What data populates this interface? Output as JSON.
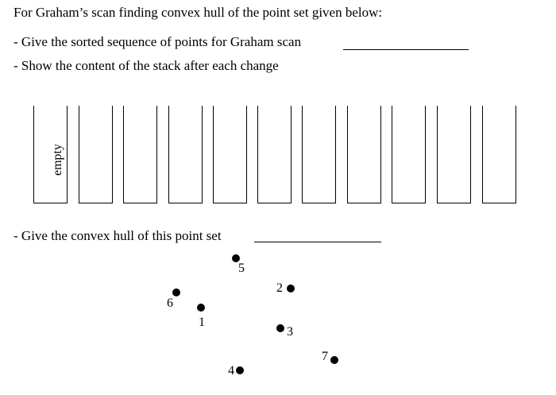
{
  "question": {
    "title": "For Graham’s scan  finding convex hull of the point set given below:",
    "item_sorted": "- Give the sorted sequence of points for Graham scan",
    "item_stack": "- Show the content of the stack after each change",
    "item_hull": "- Give the convex hull of this point set"
  },
  "stack": {
    "boxes": [
      "empty",
      "",
      "",
      "",
      "",
      "",
      "",
      "",
      "",
      "",
      ""
    ]
  },
  "points": {
    "p1": "1",
    "p2": "2",
    "p3": "3",
    "p4": "4",
    "p5": "5",
    "p6": "6",
    "p7": "7"
  }
}
